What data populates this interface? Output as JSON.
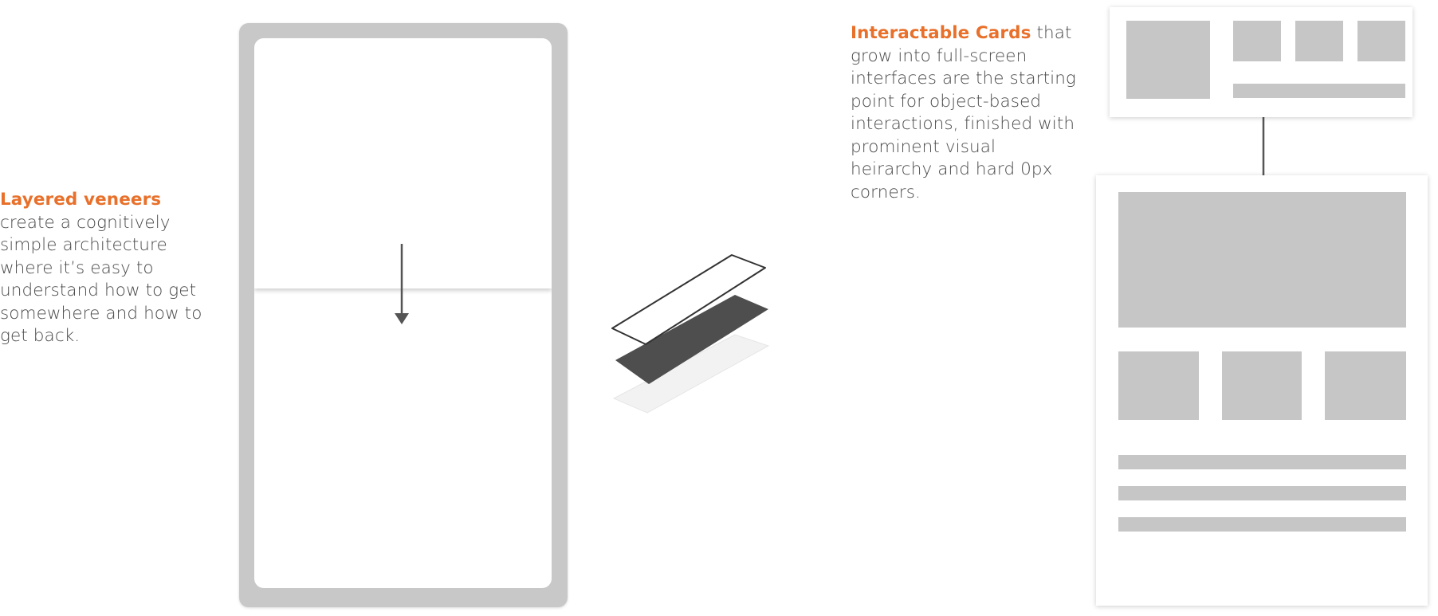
{
  "left_caption": {
    "title": "Layered veneers",
    "body": "create a cognitively simple architecture where it’s easy to understand how to get somewhere and how to get back."
  },
  "right_caption": {
    "title": "Interactable Cards",
    "body": " that grow into full-screen interfaces are the starting point for object-based interactions, finished with prominent visual heirarchy and hard 0px corners."
  },
  "colors": {
    "accent": "#e8702a",
    "text": "#4a4a4a",
    "placeholder_gray": "#c6c6c6",
    "frame_gray": "#c8c8c8",
    "dark_layer": "#4e4e4e"
  },
  "icons": [
    "arrow-down-icon"
  ]
}
